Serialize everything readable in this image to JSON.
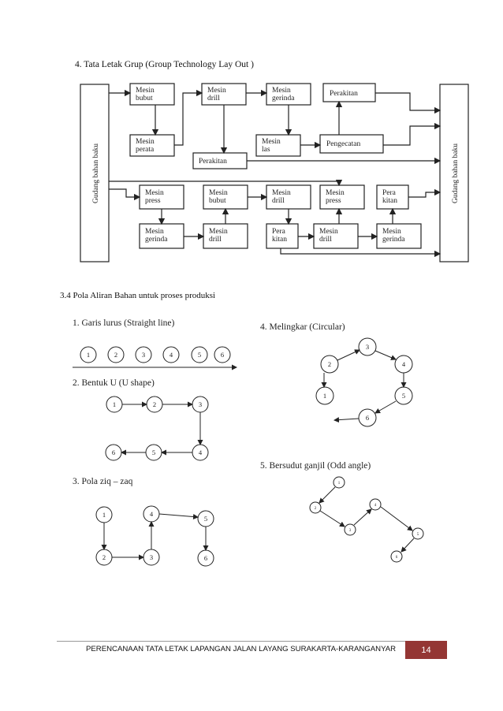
{
  "section4": {
    "title": "4.   Tata Letak Grup (Group Technology Lay Out )",
    "left_store": "Gudang bahan baku",
    "right_store": "Gudang bahan baku",
    "boxes": [
      [
        "Mesin",
        "bubut"
      ],
      [
        "Mesin",
        "drill"
      ],
      [
        "Mesin",
        "gerinda"
      ],
      [
        "Perakitan"
      ],
      [
        "Mesin",
        "perata"
      ],
      [
        "Mesin",
        "las"
      ],
      [
        "Pengecatan"
      ],
      [
        "Perakitan"
      ],
      [
        "Mesin",
        "press"
      ],
      [
        "Mesin",
        "bubut"
      ],
      [
        "Mesin",
        "drill"
      ],
      [
        "Mesin",
        "press"
      ],
      [
        "Pera",
        "kitan"
      ],
      [
        "Mesin",
        "gerinda"
      ],
      [
        "Mesin",
        "drill"
      ],
      [
        "Pera",
        "kitan"
      ],
      [
        "Mesin",
        "drill"
      ],
      [
        "Mesin",
        "gerinda"
      ]
    ]
  },
  "section34": {
    "title": "3.4 Pola Aliran Bahan untuk proses produksi"
  },
  "patterns": {
    "straight": "1.   Garis lurus (Straight line)",
    "ushape": "2.   Bentuk U (U shape)",
    "zigzag": "3.   Pola ziq – zaq",
    "circular": "4.   Melingkar (Circular)",
    "odd": "5.   Bersudut ganjil (Odd angle)",
    "node_labels": [
      "1",
      "2",
      "3",
      "4",
      "5",
      "6"
    ]
  },
  "footer": {
    "text": "PERENCANAAN TATA LETAK LAPANGAN JALAN LAYANG SURAKARTA-KARANGANYAR",
    "page": "14"
  }
}
